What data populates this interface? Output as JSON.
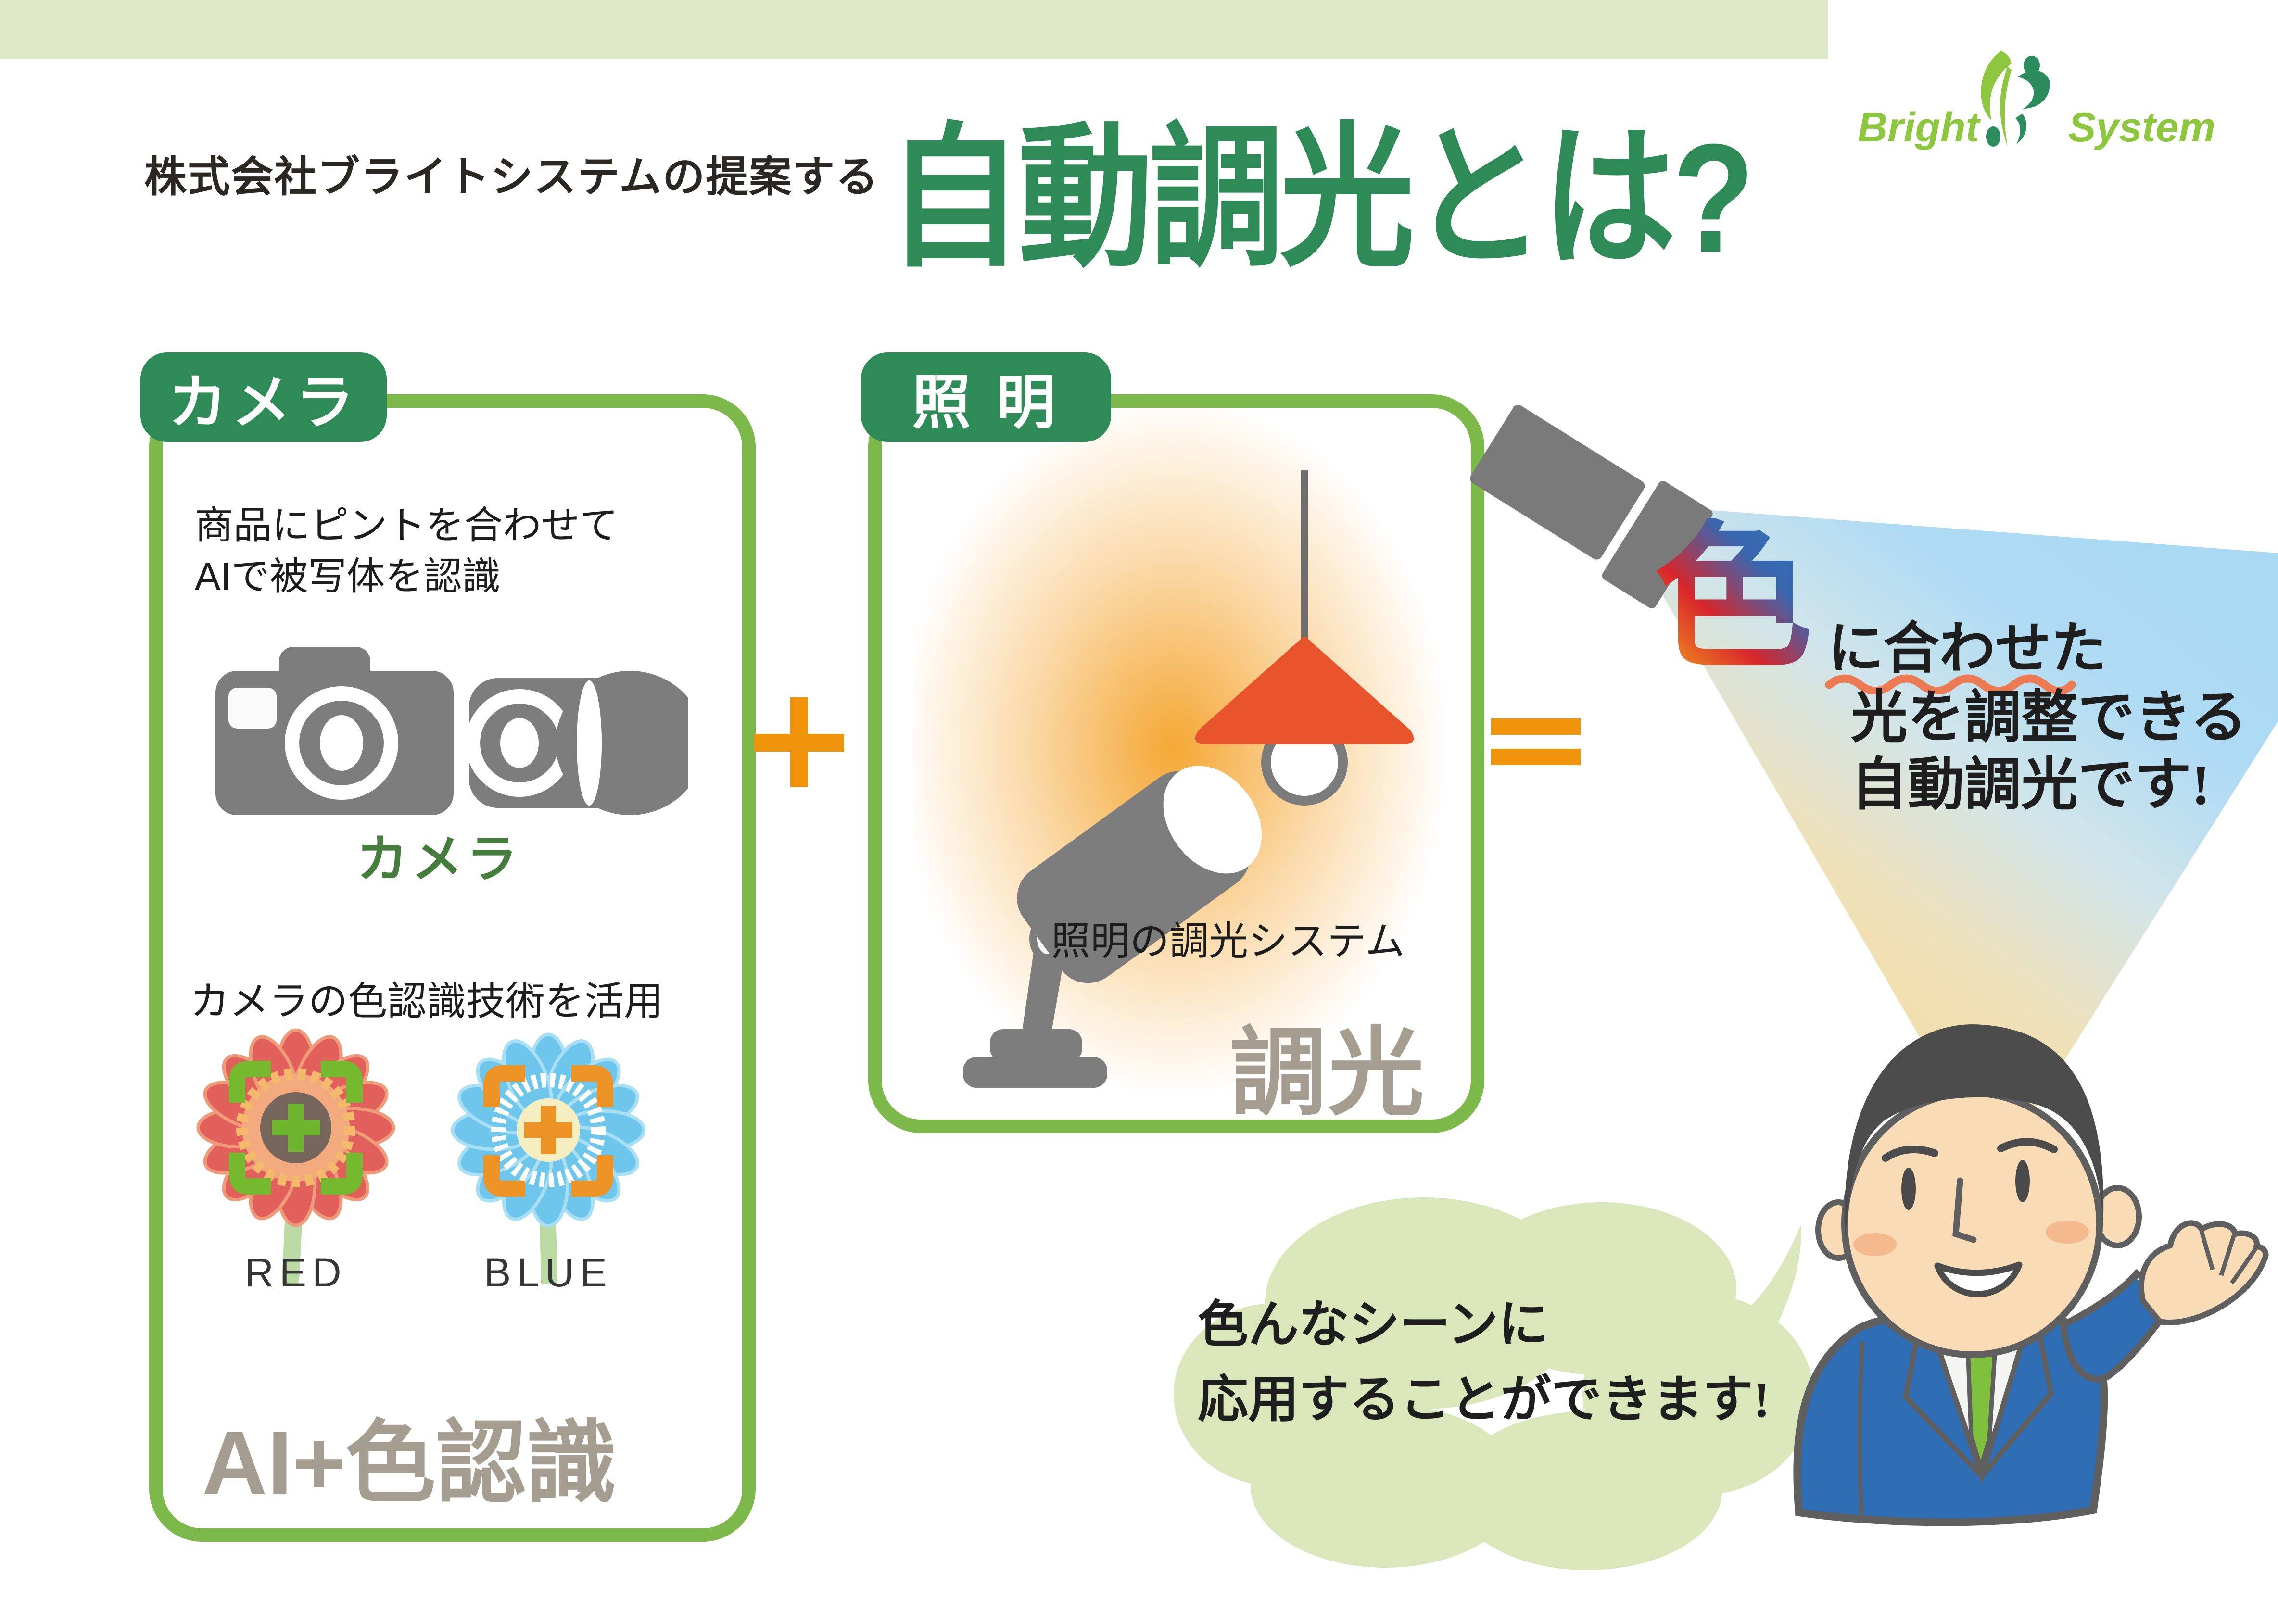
{
  "logo": {
    "word1": "Bright",
    "word2": "System"
  },
  "header": {
    "subtitle": "株式会社ブライトシステムの提案する",
    "title": "自動調光とは?"
  },
  "camera_box": {
    "label": "カメラ",
    "desc_line1": "商品にピントを合わせて",
    "desc_line2": "AIで被写体を認識",
    "icon_caption": "カメラ",
    "tech_caption": "カメラの色認識技術を活用",
    "red_label": "RED",
    "blue_label": "BLUE",
    "footer": "AI+色認識"
  },
  "light_box": {
    "label": "照 明",
    "caption": "照明の調光システム",
    "footer": "調光"
  },
  "result": {
    "big_char": "色",
    "line1": "に合わせた",
    "line2": "光を調整できる",
    "line3": "自動調光です!"
  },
  "speech_bubble": {
    "line1": "色んなシーンに",
    "line2": "応用することができます!"
  },
  "icons": [
    "bright-system-logo-mark",
    "dslr-camera-icon",
    "lens-camera-icon",
    "red-gerbera-flower",
    "blue-gerbera-flower",
    "focus-brackets",
    "pendant-lamp-icon",
    "spotlight-icon",
    "flashlight-icon",
    "light-beam",
    "speech-bubble",
    "presenter-man-illustration"
  ],
  "colors": {
    "dark_green": "#2e8b57",
    "box_green": "#7cb84a",
    "band_green": "#dce8c6",
    "bubble_green": "#d9e7ba",
    "logo_green": "#8dc63f",
    "logo_dark_green": "#2c8c5e",
    "op_orange": "#f0940c",
    "cone_orange": "#e8542b",
    "glow_orange": "#f5a623",
    "icon_gray": "#7d7d7d",
    "taupe": "#a59d90",
    "caption_green": "#447d3c",
    "petal_red": "#e2605c",
    "petal_blue": "#6ec6ec",
    "bracket_green": "#74b92e",
    "bracket_orange": "#ee9426",
    "flower_core_brown": "#75655a",
    "flower_core_yellow": "#f4eec0",
    "stem_green": "#bcdaa4",
    "wavy_orange": "#ec7a52",
    "beam_blue": "#a9d8f2",
    "beam_yellow": "#f6d98c",
    "suit_blue": "#2f6db5",
    "tie_green": "#7fc13e",
    "skin": "#f9dcb6",
    "hair_gray": "#4c4c4c"
  }
}
